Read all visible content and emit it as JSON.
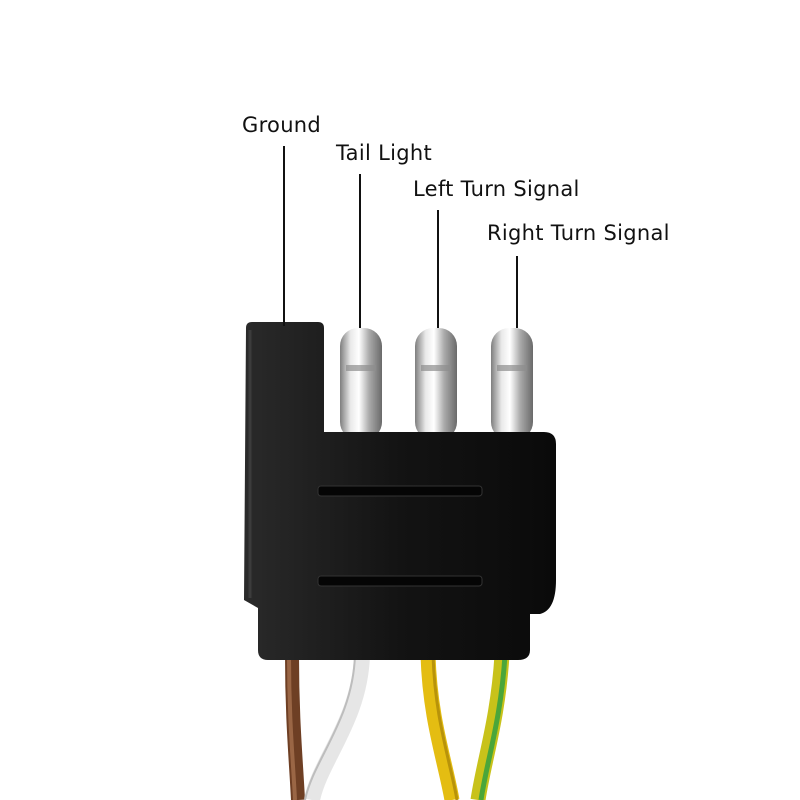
{
  "labels": {
    "ground": "Ground",
    "tail_light": "Tail Light",
    "left_turn_signal": "Left Turn Signal",
    "right_turn_signal": "Right Turn Signal"
  },
  "colors": {
    "housing": "#151515",
    "pin_metal": "#c9c9c9",
    "wire_brown": "#7a4a2e",
    "wire_white": "#f4f4f4",
    "wire_yellow": "#e8c31a",
    "wire_green_yellow": "#9bbf2a"
  }
}
